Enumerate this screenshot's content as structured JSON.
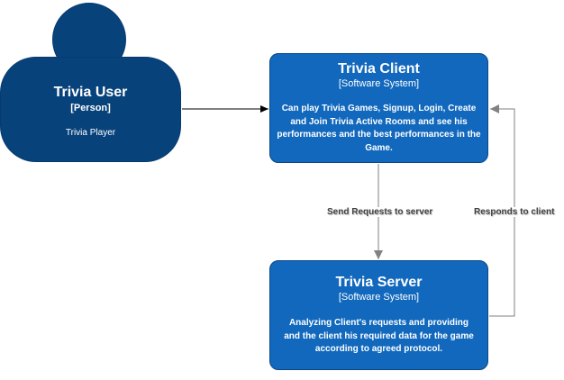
{
  "person": {
    "name": "Trivia User",
    "type": "[Person]",
    "description": "Trivia Player"
  },
  "client": {
    "name": "Trivia Client",
    "type": "[Software System]",
    "description": "Can play Trivia Games, Signup, Login, Create and Join Trivia Active Rooms and see his performances and the best performances in the Game."
  },
  "server": {
    "name": "Trivia Server",
    "type": "[Software System]",
    "description": "Analyzing Client's requests and providing and the client his required data for the game according to agreed protocol."
  },
  "edges": {
    "send": "Send Requests to server",
    "respond": "Responds to client"
  },
  "colors": {
    "person": "#08427b",
    "system": "#1168bd",
    "connector": "#828282",
    "user_arrow": "#000000"
  }
}
